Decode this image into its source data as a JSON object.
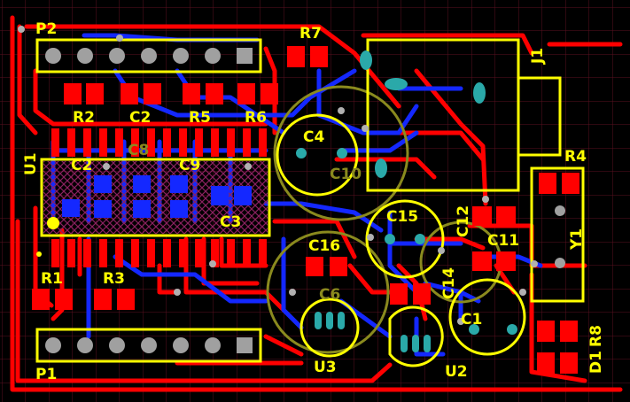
{
  "colors": {
    "background": "#000000",
    "grid": "#5a1020",
    "top_copper": "#ff0000",
    "bottom_copper": "#1428ff",
    "top_overlay": "#ffff00",
    "bottom_overlay": "#8a8a1e",
    "pad_pin": "#a0a0a0",
    "via": "#b0b0b0",
    "hatch": "#8a2060"
  },
  "designators": {
    "p2": "P2",
    "p1": "P1",
    "r7": "R7",
    "j1": "J1",
    "r2": "R2",
    "c2_top": "C2",
    "r5": "R5",
    "r6": "R6",
    "c4": "C4",
    "c10": "C10",
    "u1": "U1",
    "c8": "C8",
    "c2_bottom": "C2",
    "c9": "C9",
    "c3": "C3",
    "c15": "C15",
    "c12": "C12",
    "c11": "C11",
    "r4": "R4",
    "y1": "Y1",
    "c16": "C16",
    "c14": "C14",
    "r1": "R1",
    "r3": "R3",
    "c1": "C1",
    "c6": "C6",
    "u3": "U3",
    "u2": "U2",
    "r8": "R8",
    "d1": "D1"
  }
}
